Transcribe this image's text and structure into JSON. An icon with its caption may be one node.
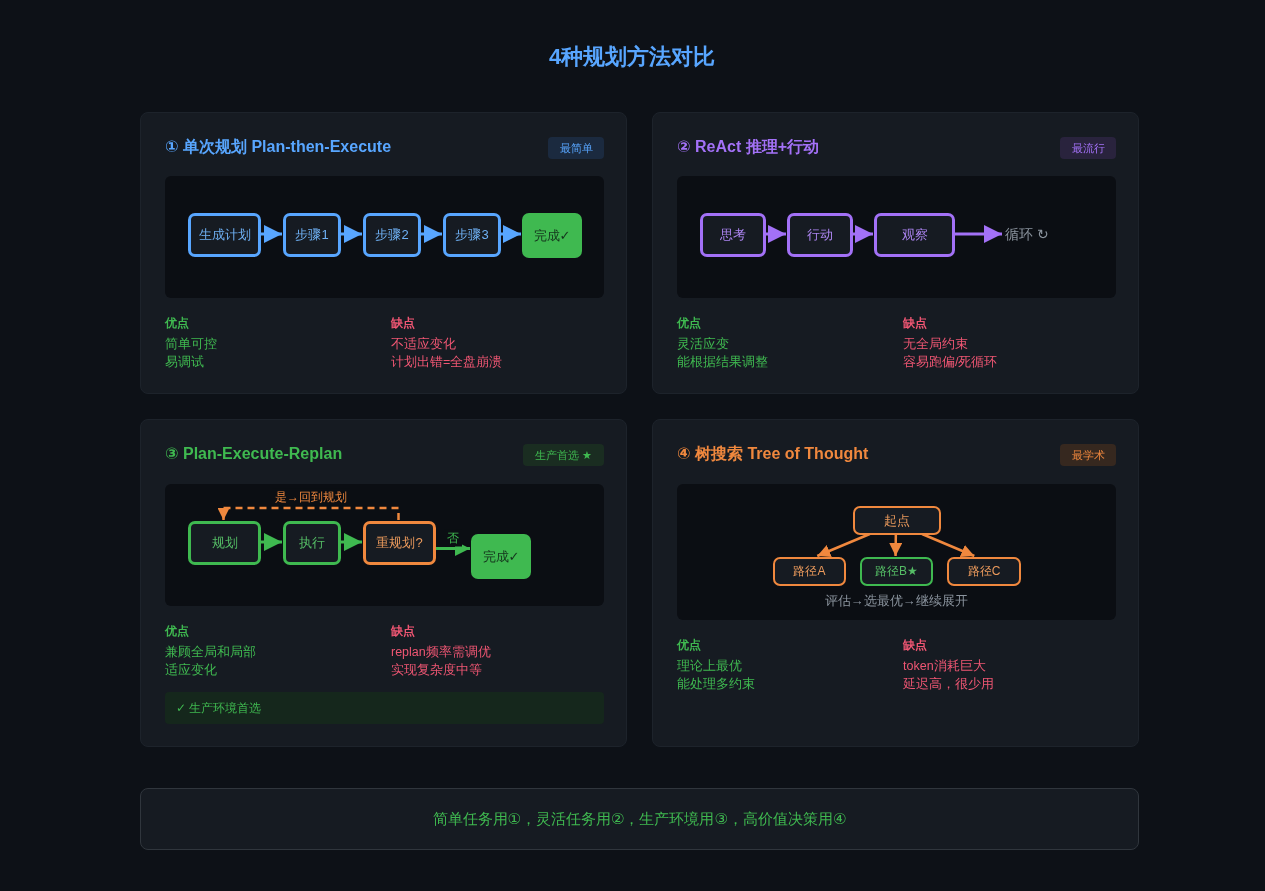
{
  "diagram": {
    "title": "4种规划方法对比",
    "nodes": [
      {
        "text": [
          "① 单次规划 Plan-then-Execute",
          "优点",
          "简单可控",
          "易调试",
          "缺点",
          "不适应变化",
          "计划出错=全盘崩溃"
        ]
      },
      {
        "text": [
          "最简单"
        ],
        "in": 0
      },
      {
        "text": [
          "生成计划"
        ],
        "in": 0
      },
      {
        "text": [
          "步骤1"
        ],
        "in": 0
      },
      {
        "text": [
          "步骤2"
        ],
        "in": 0
      },
      {
        "text": [
          "步骤3"
        ],
        "in": 0
      },
      {
        "text": [
          "完成✓"
        ],
        "in": 0
      },
      {
        "text": [
          "② ReAct 推理+行动",
          "优点",
          "灵活应变",
          "能根据结果调整",
          "缺点",
          "无全局约束",
          "容易跑偏/死循环"
        ]
      },
      {
        "text": [
          "最流行"
        ],
        "in": 7
      },
      {
        "text": [
          "思考"
        ],
        "in": 7
      },
      {
        "text": [
          "行动"
        ],
        "in": 7
      },
      {
        "text": [
          "观察"
        ],
        "in": 7
      },
      {
        "text": [
          "循环 ↻"
        ],
        "in": 7
      },
      {
        "text": [
          "③ Plan-Execute-Replan",
          "优点",
          "兼顾全局和局部",
          "适应变化",
          "缺点",
          "replan频率需调优",
          "实现复杂度中等"
        ]
      },
      {
        "text": [
          "生产首选 ★"
        ],
        "in": 13
      },
      {
        "text": [
          "规划"
        ],
        "in": 13
      },
      {
        "text": [
          "执行"
        ],
        "in": 13
      },
      {
        "text": [
          "重规划?"
        ],
        "in": 13
      },
      {
        "text": [
          "完成✓"
        ],
        "in": 13
      },
      {
        "text": [
          "✓ 生产环境首选"
        ],
        "in": 13
      },
      {
        "text": [
          "④ 树搜索 Tree of Thought",
          "优点",
          "理论上最优",
          "能处理多约束",
          "缺点",
          "token消耗巨大",
          "延迟高，很少用"
        ]
      },
      {
        "text": [
          "最学术"
        ],
        "in": 20
      },
      {
        "text": [
          "起点"
        ],
        "in": 20
      },
      {
        "text": [
          "路径A"
        ],
        "in": 20
      },
      {
        "text": [
          "路径B★"
        ],
        "in": 20
      },
      {
        "text": [
          "路径C"
        ],
        "in": 20
      },
      {
        "text": [
          "简单任务用①，灵活任务用②，生产环境用③，高价值决策用④"
        ]
      }
    ],
    "edges": [
      {
        "from": 2,
        "to": 3,
        "arrow": "to",
        "color": "#58a6ff"
      },
      {
        "from": 3,
        "to": 4,
        "arrow": "to",
        "color": "#58a6ff"
      },
      {
        "from": 4,
        "to": 5,
        "arrow": "to",
        "color": "#58a6ff"
      },
      {
        "from": 5,
        "to": 6,
        "arrow": "to",
        "color": "#58a6ff"
      },
      {
        "from": 9,
        "to": 10,
        "arrow": "to",
        "color": "#a371f7"
      },
      {
        "from": 10,
        "to": 11,
        "arrow": "to",
        "color": "#a371f7"
      },
      {
        "from": 11,
        "to": 12,
        "arrow": "to",
        "color": "#a371f7"
      },
      {
        "from": 15,
        "to": 16,
        "arrow": "to",
        "color": "#3fb950"
      },
      {
        "from": 16,
        "to": 17,
        "arrow": "to",
        "color": "#3fb950"
      },
      {
        "from": 17,
        "to": 15,
        "arrow": "to",
        "label": "是→回到规划",
        "style": "dashed",
        "color": "#f0883e"
      },
      {
        "from": 17,
        "to": 18,
        "arrow": "to",
        "label": "否",
        "color": "#3fb950"
      },
      {
        "from": 22,
        "to": 23,
        "arrow": "to",
        "color": "#f0883e"
      },
      {
        "from": 22,
        "to": 24,
        "arrow": "to",
        "color": "#f0883e"
      },
      {
        "from": 22,
        "to": 25,
        "arrow": "to",
        "color": "#f0883e"
      }
    ],
    "labels": [
      "评估→选最优→继续展开"
    ]
  }
}
